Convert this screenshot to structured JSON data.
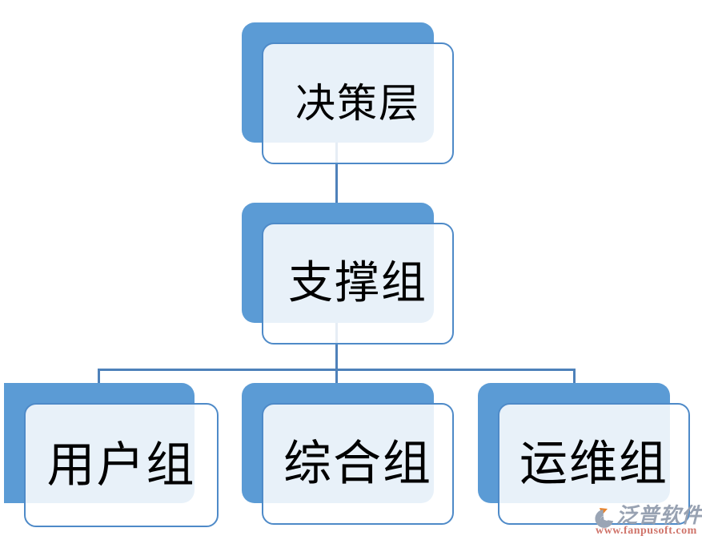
{
  "diagram": {
    "type": "org-chart",
    "nodes": [
      {
        "id": "decision-layer",
        "label": "决策层",
        "level": 1
      },
      {
        "id": "support-group",
        "label": "支撑组",
        "level": 2
      },
      {
        "id": "user-group",
        "label": "用户组",
        "level": 3
      },
      {
        "id": "general-group",
        "label": "综合组",
        "level": 3
      },
      {
        "id": "ops-group",
        "label": "运维组",
        "level": 3
      }
    ],
    "edges": [
      {
        "from": "decision-layer",
        "to": "support-group"
      },
      {
        "from": "support-group",
        "to": "user-group"
      },
      {
        "from": "support-group",
        "to": "general-group"
      },
      {
        "from": "support-group",
        "to": "ops-group"
      }
    ],
    "colors": {
      "shadow_box": "#5B9BD5",
      "front_box_fill": "rgba(255,255,255,0.86)",
      "front_box_border": "#4E8AC8",
      "connector": "#4E81BA",
      "text": "#000000"
    }
  },
  "watermark": {
    "brand": "泛普软件",
    "url": "www.fanpusoft.com",
    "brand_color": "#98A2B2",
    "url_color": "#D0756B",
    "logo_grey": "#9AA5B5",
    "logo_orange": "#E8832C"
  }
}
